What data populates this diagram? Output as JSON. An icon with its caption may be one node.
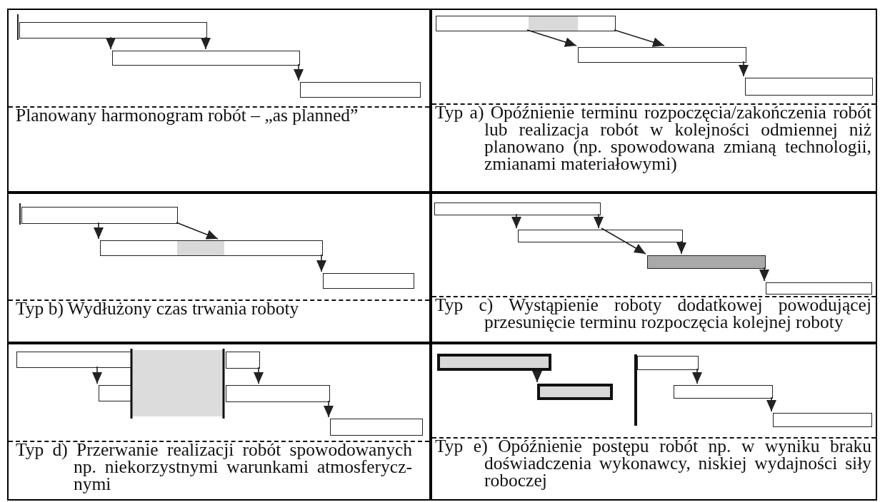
{
  "diagram": {
    "nodes": [
      {
        "text": [
          "Planowany harmonogram robót – „as planned”"
        ]
      },
      {
        "text": [],
        "shape": "bar",
        "in": 0
      },
      {
        "text": [],
        "shape": "bar",
        "in": 0
      },
      {
        "text": [],
        "shape": "bar",
        "in": 0
      },
      {
        "text": [
          "Typ a) Opóźnienie terminu rozpoczęcia/zakończenia robót lub realizacja robót w kolejności odmiennej niż planowano (np. spowodowana zmianą technologii, zmianami materiałowymi)"
        ]
      },
      {
        "text": [],
        "shape": "bar",
        "in": 4
      },
      {
        "text": [],
        "shape": "bar",
        "in": 4
      },
      {
        "text": [],
        "shape": "bar",
        "in": 4
      },
      {
        "text": [
          "Typ b) Wydłużony czas trwania roboty"
        ]
      },
      {
        "text": [],
        "shape": "bar",
        "in": 8
      },
      {
        "text": [],
        "shape": "bar",
        "in": 8
      },
      {
        "text": [],
        "shape": "bar",
        "in": 8
      },
      {
        "text": [
          "Typ c) Wystąpienie roboty dodatkowej powodującej przesunięcie terminu rozpoczęcia kolejnej roboty"
        ]
      },
      {
        "text": [],
        "shape": "bar",
        "in": 12
      },
      {
        "text": [],
        "shape": "bar",
        "in": 12
      },
      {
        "text": [],
        "shape": "bar",
        "in": 12
      },
      {
        "text": [],
        "shape": "bar",
        "in": 12
      },
      {
        "text": [
          "Typ d) Przerwanie realizacji robót spowodowanych np. niekorzystnymi warunkami atmosferycz- nymi"
        ]
      },
      {
        "text": [],
        "shape": "bar",
        "in": 17
      },
      {
        "text": [],
        "shape": "bar",
        "in": 17
      },
      {
        "text": [],
        "shape": "bar",
        "in": 17
      },
      {
        "text": [],
        "shape": "bar",
        "in": 17
      },
      {
        "text": [],
        "shape": "bar",
        "in": 17
      },
      {
        "text": [
          "Typ e) Opóźnienie postępu robót np. w wyniku braku doświadczenia wykonawcy, niskiej wydajności siły roboczej"
        ]
      },
      {
        "text": [],
        "shape": "bar",
        "in": 23
      },
      {
        "text": [],
        "shape": "bar",
        "in": 23
      },
      {
        "text": [],
        "shape": "bar",
        "in": 23
      },
      {
        "text": [],
        "shape": "bar",
        "in": 23
      },
      {
        "text": [],
        "shape": "bar",
        "in": 23
      }
    ],
    "edges": [
      {
        "from": 1,
        "to": 2,
        "arrow": "to"
      },
      {
        "from": 1,
        "to": 2,
        "arrow": "to"
      },
      {
        "from": 2,
        "to": 3,
        "arrow": "to"
      },
      {
        "from": 5,
        "to": 6,
        "arrow": "to"
      },
      {
        "from": 5,
        "to": 6,
        "arrow": "to"
      },
      {
        "from": 6,
        "to": 7,
        "arrow": "to"
      },
      {
        "from": 9,
        "to": 10,
        "arrow": "to"
      },
      {
        "from": 9,
        "to": 10,
        "arrow": "to"
      },
      {
        "from": 10,
        "to": 11,
        "arrow": "to"
      },
      {
        "from": 13,
        "to": 14,
        "arrow": "to"
      },
      {
        "from": 13,
        "to": 14,
        "arrow": "to"
      },
      {
        "from": 14,
        "to": 15,
        "arrow": "to"
      },
      {
        "from": 14,
        "to": 15,
        "arrow": "to"
      },
      {
        "from": 15,
        "to": 16,
        "arrow": "to"
      },
      {
        "from": 18,
        "to": 19,
        "arrow": "to"
      },
      {
        "from": 20,
        "to": 21,
        "arrow": "to"
      },
      {
        "from": 21,
        "to": 22,
        "arrow": "to"
      },
      {
        "from": 24,
        "to": 25,
        "arrow": "to"
      },
      {
        "from": 26,
        "to": 27,
        "arrow": "to"
      },
      {
        "from": 27,
        "to": 28,
        "arrow": "to"
      }
    ]
  }
}
